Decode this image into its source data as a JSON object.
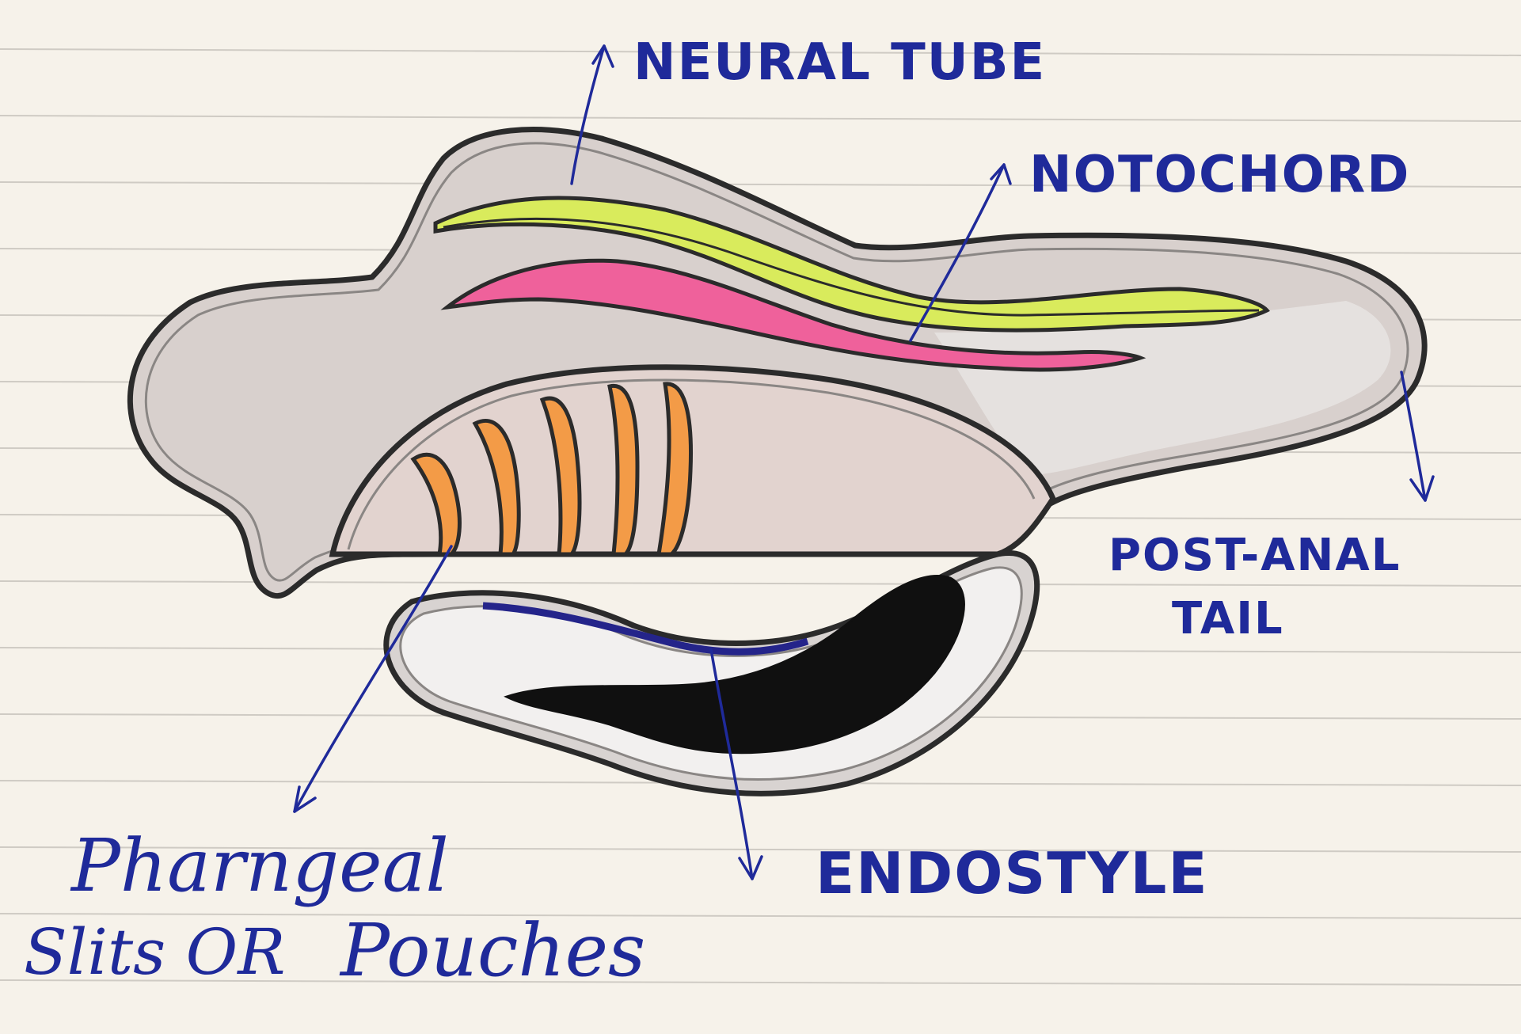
{
  "labels": {
    "neural_tube": "NEURAL TUBE",
    "notochord": "NOTOCHORD",
    "post_anal_tail_line1": "POST-ANAL",
    "post_anal_tail_line2": "TAIL",
    "endostyle": "ENDOSTYLE",
    "pharyngeal_line1": "Pharngeal",
    "pharyngeal_line2_a": "Slits OR",
    "pharyngeal_line2_b": "Pouches"
  },
  "colors": {
    "paper": "#f6f2ea",
    "ruled_line": "#b9b6b0",
    "ink_blue": "#1f2a9a",
    "body_fill": "#d6cfcc",
    "outline": "#2b2b2b",
    "neural_tube": "#d7ea5a",
    "notochord": "#ee5f9a",
    "gill_slits": "#f29a45",
    "endostyle_dark": "#111111",
    "endostyle_blue": "#24248a"
  }
}
